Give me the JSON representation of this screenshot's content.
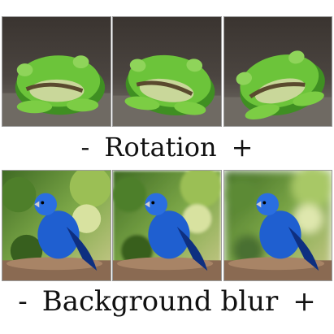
{
  "rows": [
    {
      "subject": "frog",
      "label_minus": "-",
      "label_text": "Rotation",
      "label_plus": "+",
      "panels": [
        {
          "rotation_deg": 0
        },
        {
          "rotation_deg": 8
        },
        {
          "rotation_deg": -14
        }
      ]
    },
    {
      "subject": "blue bird",
      "label_minus": "-",
      "label_text": "Background blur",
      "label_plus": "+",
      "panels": [
        {
          "blur_level": 0
        },
        {
          "blur_level": 0.5
        },
        {
          "blur_level": 1
        }
      ]
    }
  ],
  "colors": {
    "frog_green": "#6cc43a",
    "frog_dark": "#3f8f22",
    "frog_belly": "#c9d79a",
    "rock": "#6f6a63",
    "bird_blue": "#1f5fd0",
    "bird_dark": "#0e2f80",
    "foliage": "#6c9a3c",
    "branch": "#8a6a52"
  }
}
